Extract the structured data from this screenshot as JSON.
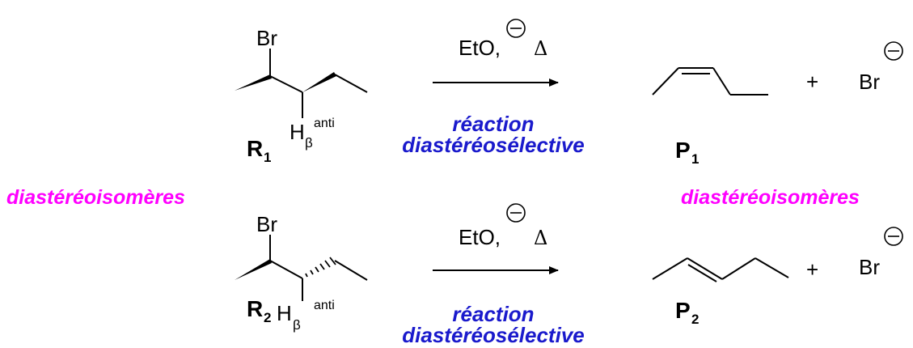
{
  "colors": {
    "ink": "#000000",
    "reaction_label": "#1a1acc",
    "isomer_label": "#ff00ff"
  },
  "side_labels": {
    "left": "diastéréoisomères",
    "right": "diastéréoisomères"
  },
  "reactions": [
    {
      "reactant": {
        "halogen": "Br",
        "label_letter": "R",
        "label_index": "1",
        "h_letter": "H",
        "h_sub": "β",
        "h_sup": "anti"
      },
      "reagent": {
        "base": "EtO,",
        "heat": "Δ"
      },
      "note_line1": "réaction",
      "note_line2": "diastéréosélective",
      "product": {
        "label_letter": "P",
        "label_index": "1",
        "plus": "+",
        "byproduct": "Br"
      }
    },
    {
      "reactant": {
        "halogen": "Br",
        "label_letter": "R",
        "label_index": "2",
        "h_letter": "H",
        "h_sub": "β",
        "h_sup": "anti"
      },
      "reagent": {
        "base": "EtO,",
        "heat": "Δ"
      },
      "note_line1": "réaction",
      "note_line2": "diastéréosélective",
      "product": {
        "label_letter": "P",
        "label_index": "2",
        "plus": "+",
        "byproduct": "Br"
      }
    }
  ]
}
